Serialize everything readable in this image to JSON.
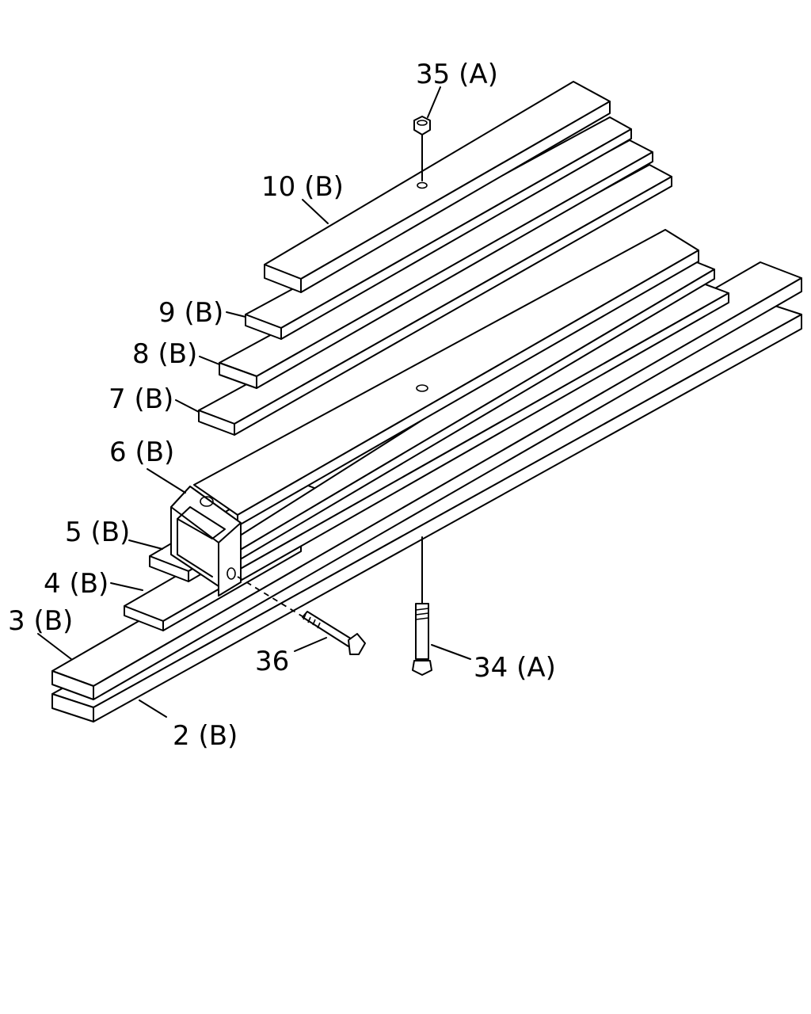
{
  "labels": {
    "part_35": "35 (A)",
    "part_10": "10 (B)",
    "part_9": "9 (B)",
    "part_8": "8 (B)",
    "part_7": "7 (B)",
    "part_6": "6 (B)",
    "part_5": "5 (B)",
    "part_4": "4 (B)",
    "part_3": "3 (B)",
    "part_2": "2 (B)",
    "part_36": "36",
    "part_34": "34 (A)"
  }
}
